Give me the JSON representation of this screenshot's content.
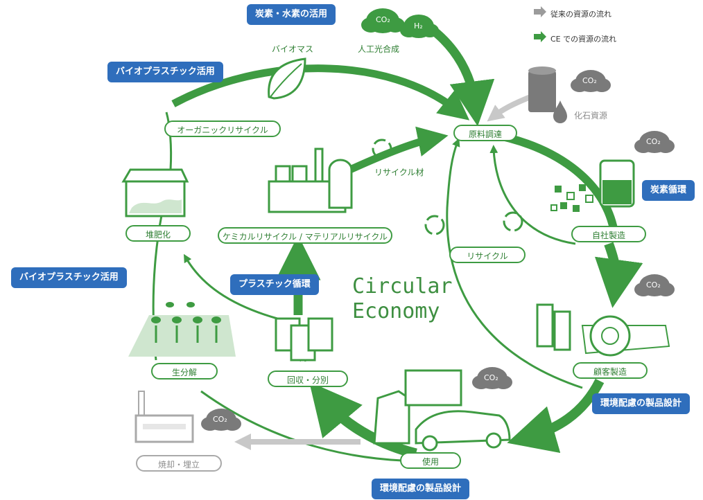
{
  "legend": {
    "conventional": "従来の資源の流れ",
    "ce": "CE での資源の流れ"
  },
  "title": {
    "line1": "Circular",
    "line2": "Economy"
  },
  "tags": {
    "carbon_hydrogen": "炭素・水素の活用",
    "bioplastic_top": "バイオプラスチック活用",
    "bioplastic_left": "バイオプラスチック活用",
    "carbon_cycle": "炭素循環",
    "plastic_cycle": "プラスチック循環",
    "eco_design_right": "環境配慮の製品設計",
    "eco_design_bottom": "環境配慮の製品設計"
  },
  "nodes": {
    "raw_material": "原料調達",
    "in_house_mfg": "自社製造",
    "customer_mfg": "顧客製造",
    "use": "使用",
    "collection": "回収・分別",
    "recycling": "リサイクル",
    "chem_mat_recycle": "ケミカルリサイクル / マテリアルリサイクル",
    "composting": "堆肥化",
    "organic_recycle": "オーガニックリサイクル",
    "biodegradation": "生分解",
    "incineration": "焼却・埋立"
  },
  "labels": {
    "biomass": "バイオマス",
    "artificial_photosynthesis": "人工光合成",
    "recycled_material": "リサイクル材",
    "fossil_resources": "化石資源",
    "co2": "CO₂",
    "h2": "H₂"
  },
  "colors": {
    "green": "#3e9b42",
    "dark_green": "#2f7f33",
    "blue": "#2f6ebc",
    "gray": "#a9a9a9",
    "cloud": "#6f6f6f"
  }
}
